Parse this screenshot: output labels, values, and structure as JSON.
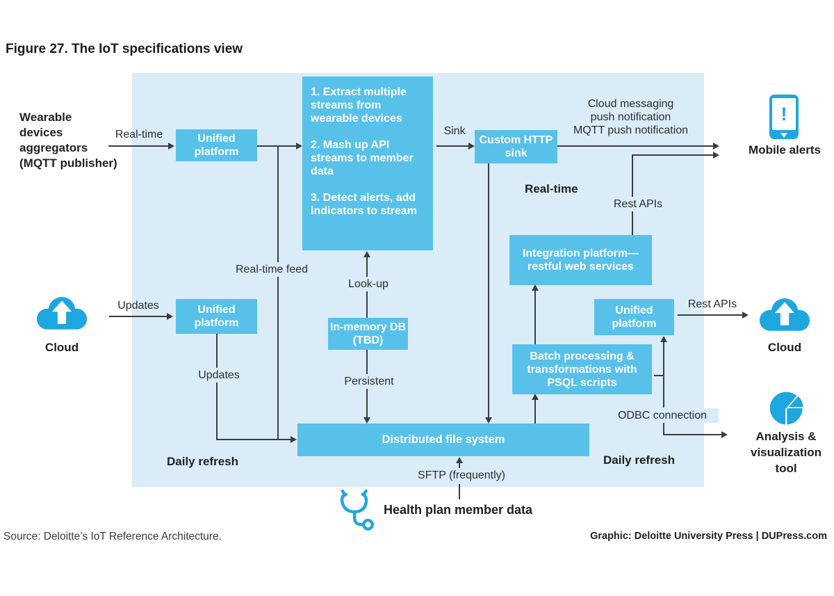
{
  "title": "Figure 27. The IoT specifications view",
  "colors": {
    "panel_background": "#d9ecf8",
    "node_blue": "#58c1e9",
    "icon_blue": "#1ea6e0",
    "line": "#3d3d3d",
    "node_text": "#ffffff"
  },
  "nodes": {
    "unified_platform_top": "Unified platform",
    "unified_platform_left": "Unified platform",
    "unified_platform_right": "Unified platform",
    "stream_steps": "1. Extract multiple streams from wearable devices\n\n2. Mash up API streams to member data\n\n3. Detect alerts, add indicators to stream",
    "custom_http_sink": "Custom HTTP sink",
    "integration_platform": "Integration platform—restful web services",
    "batch_processing": "Batch processing & transformations with PSQL scripts",
    "in_memory_db": "In-memory DB (TBD)",
    "distributed_file_system": "Distributed file system"
  },
  "externals": {
    "wearable_devices": "Wearable\ndevices\naggregators\n(MQTT publisher)",
    "cloud_left": "Cloud",
    "cloud_right": "Cloud",
    "mobile_alerts": "Mobile alerts",
    "mobile_glyph": "!",
    "analysis_tool": "Analysis &\nvisualization\ntool",
    "health_plan": "Health plan member data"
  },
  "edge_labels": {
    "real_time": "Real-time",
    "updates_left": "Updates",
    "updates_mid": "Updates",
    "real_time_feed": "Real-time feed",
    "sink": "Sink",
    "cloud_messaging": "Cloud messaging\npush notification\nMQTT push notification",
    "real_time_bold": "Real-time",
    "rest_apis_top": "Rest APIs",
    "rest_apis_right": "Rest APIs",
    "look_up": "Look-up",
    "persistent": "Persistent",
    "odbc": "ODBC connection",
    "daily_refresh_left": "Daily refresh",
    "daily_refresh_right": "Daily refresh",
    "sftp": "SFTP (frequently)"
  },
  "footer": {
    "source": "Source: Deloitte’s IoT Reference Architecture.",
    "credit": "Graphic: Deloitte University Press  |  DUPress.com"
  }
}
